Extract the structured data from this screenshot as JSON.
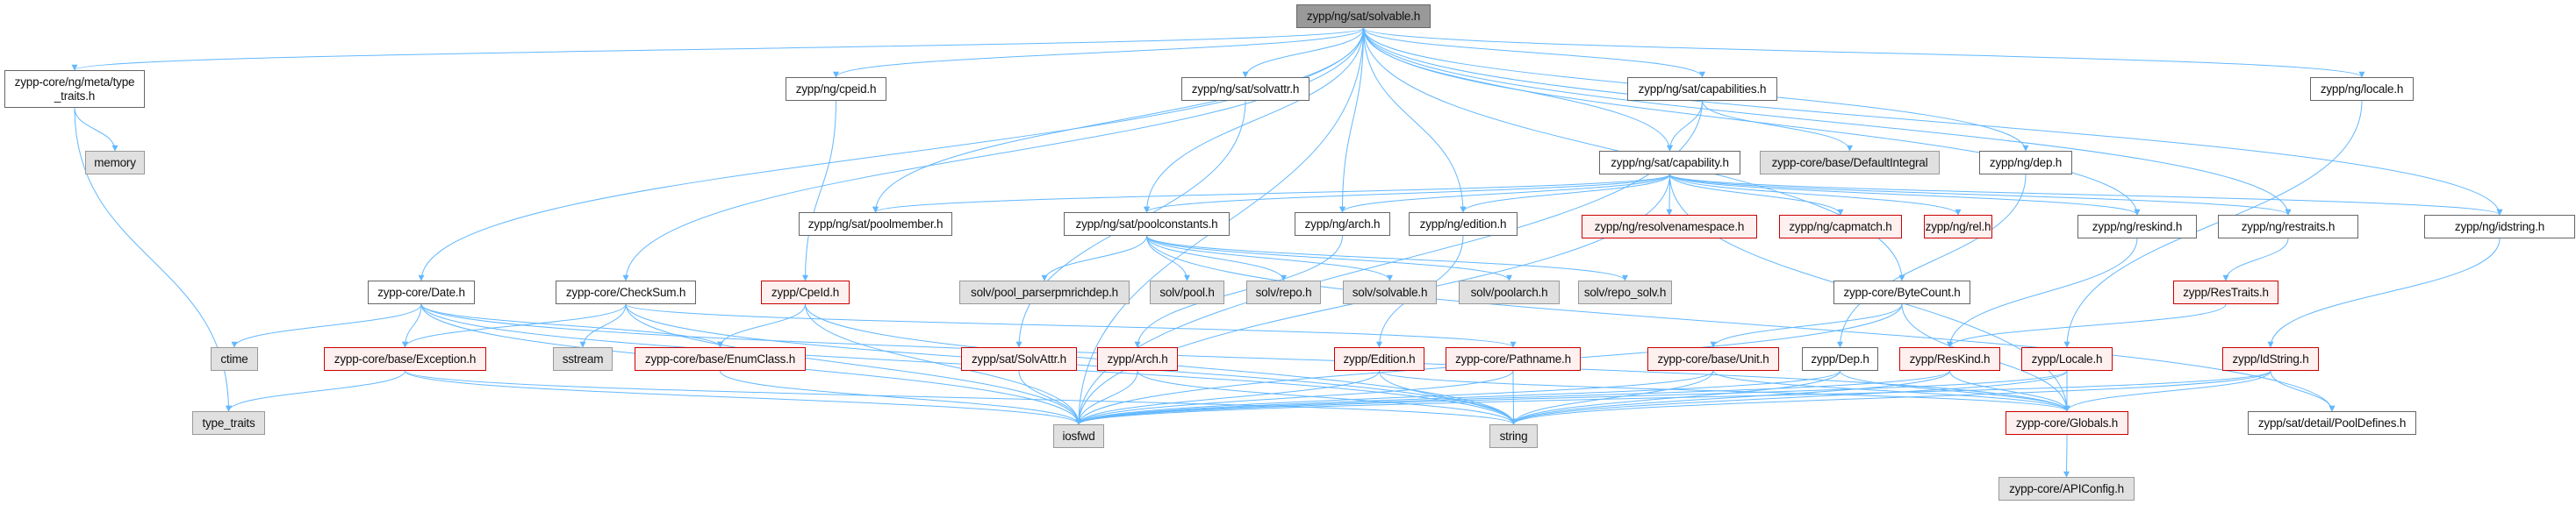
{
  "title": "zypp/ng/sat/solvable.h include dependency graph",
  "colors": {
    "edge": "#63b8ff",
    "root_fill": "#999999",
    "external_fill": "#e0e0e0",
    "truncated_border": "#cc0000",
    "truncated_fill": "#fff0f0"
  },
  "nodes": [
    {
      "id": "solvable",
      "label": "zypp/ng/sat/solvable.h",
      "kind": "root"
    },
    {
      "id": "type_traits_h",
      "label": "zypp-core/ng/meta/type\n_traits.h",
      "kind": "normal"
    },
    {
      "id": "memory",
      "label": "memory",
      "kind": "external"
    },
    {
      "id": "cpeid_ng",
      "label": "zypp/ng/cpeid.h",
      "kind": "normal"
    },
    {
      "id": "solvattr_ng",
      "label": "zypp/ng/sat/solvattr.h",
      "kind": "normal"
    },
    {
      "id": "capabilities",
      "label": "zypp/ng/sat/capabilities.h",
      "kind": "normal"
    },
    {
      "id": "locale_ng",
      "label": "zypp/ng/locale.h",
      "kind": "normal"
    },
    {
      "id": "capability",
      "label": "zypp/ng/sat/capability.h",
      "kind": "normal"
    },
    {
      "id": "defaultintegral",
      "label": "zypp-core/base/DefaultIntegral",
      "kind": "external"
    },
    {
      "id": "dep_ng",
      "label": "zypp/ng/dep.h",
      "kind": "normal"
    },
    {
      "id": "poolmember",
      "label": "zypp/ng/sat/poolmember.h",
      "kind": "normal"
    },
    {
      "id": "poolconstants",
      "label": "zypp/ng/sat/poolconstants.h",
      "kind": "normal"
    },
    {
      "id": "arch_ng",
      "label": "zypp/ng/arch.h",
      "kind": "normal"
    },
    {
      "id": "edition_ng",
      "label": "zypp/ng/edition.h",
      "kind": "normal"
    },
    {
      "id": "resolvenamespace",
      "label": "zypp/ng/resolvenamespace.h",
      "kind": "truncated"
    },
    {
      "id": "capmatch",
      "label": "zypp/ng/capmatch.h",
      "kind": "truncated"
    },
    {
      "id": "rel",
      "label": "zypp/ng/rel.h",
      "kind": "truncated"
    },
    {
      "id": "reskind_ng",
      "label": "zypp/ng/reskind.h",
      "kind": "normal"
    },
    {
      "id": "restraits_ng",
      "label": "zypp/ng/restraits.h",
      "kind": "normal"
    },
    {
      "id": "idstring_ng",
      "label": "zypp/ng/idstring.h",
      "kind": "normal"
    },
    {
      "id": "date",
      "label": "zypp-core/Date.h",
      "kind": "normal"
    },
    {
      "id": "checksum",
      "label": "zypp-core/CheckSum.h",
      "kind": "normal"
    },
    {
      "id": "cpeid",
      "label": "zypp/CpeId.h",
      "kind": "truncated"
    },
    {
      "id": "pool_parserpmrichdep",
      "label": "solv/pool_parserpmrichdep.h",
      "kind": "external"
    },
    {
      "id": "solv_pool",
      "label": "solv/pool.h",
      "kind": "external"
    },
    {
      "id": "solv_repo",
      "label": "solv/repo.h",
      "kind": "external"
    },
    {
      "id": "solv_solvable",
      "label": "solv/solvable.h",
      "kind": "external"
    },
    {
      "id": "solv_poolarch",
      "label": "solv/poolarch.h",
      "kind": "external"
    },
    {
      "id": "solv_repo_solv",
      "label": "solv/repo_solv.h",
      "kind": "external"
    },
    {
      "id": "bytecount",
      "label": "zypp-core/ByteCount.h",
      "kind": "normal"
    },
    {
      "id": "restraits",
      "label": "zypp/ResTraits.h",
      "kind": "truncated"
    },
    {
      "id": "ctime",
      "label": "ctime",
      "kind": "external"
    },
    {
      "id": "exception",
      "label": "zypp-core/base/Exception.h",
      "kind": "truncated"
    },
    {
      "id": "sstream",
      "label": "sstream",
      "kind": "external"
    },
    {
      "id": "enumclass",
      "label": "zypp-core/base/EnumClass.h",
      "kind": "truncated"
    },
    {
      "id": "solvattr",
      "label": "zypp/sat/SolvAttr.h",
      "kind": "truncated"
    },
    {
      "id": "arch",
      "label": "zypp/Arch.h",
      "kind": "truncated"
    },
    {
      "id": "edition",
      "label": "zypp/Edition.h",
      "kind": "truncated"
    },
    {
      "id": "pathname",
      "label": "zypp-core/Pathname.h",
      "kind": "truncated"
    },
    {
      "id": "unit",
      "label": "zypp-core/base/Unit.h",
      "kind": "truncated"
    },
    {
      "id": "dep",
      "label": "zypp/Dep.h",
      "kind": "normal"
    },
    {
      "id": "reskind",
      "label": "zypp/ResKind.h",
      "kind": "truncated"
    },
    {
      "id": "locale",
      "label": "zypp/Locale.h",
      "kind": "truncated"
    },
    {
      "id": "idstring",
      "label": "zypp/IdString.h",
      "kind": "truncated"
    },
    {
      "id": "type_traits",
      "label": "type_traits",
      "kind": "external"
    },
    {
      "id": "iosfwd",
      "label": "iosfwd",
      "kind": "external"
    },
    {
      "id": "string",
      "label": "string",
      "kind": "external"
    },
    {
      "id": "globals",
      "label": "zypp-core/Globals.h",
      "kind": "truncated"
    },
    {
      "id": "pooldefines",
      "label": "zypp/sat/detail/PoolDefines.h",
      "kind": "normal"
    },
    {
      "id": "apiconfig",
      "label": "zypp-core/APIConfig.h",
      "kind": "external"
    }
  ],
  "edges": [
    [
      "solvable",
      "type_traits_h"
    ],
    [
      "solvable",
      "cpeid_ng"
    ],
    [
      "solvable",
      "solvattr_ng"
    ],
    [
      "solvable",
      "capabilities"
    ],
    [
      "solvable",
      "locale_ng"
    ],
    [
      "solvable",
      "capability"
    ],
    [
      "solvable",
      "dep_ng"
    ],
    [
      "solvable",
      "poolmember"
    ],
    [
      "solvable",
      "poolconstants"
    ],
    [
      "solvable",
      "arch_ng"
    ],
    [
      "solvable",
      "edition_ng"
    ],
    [
      "solvable",
      "reskind_ng"
    ],
    [
      "solvable",
      "restraits_ng"
    ],
    [
      "solvable",
      "idstring_ng"
    ],
    [
      "solvable",
      "date"
    ],
    [
      "solvable",
      "checksum"
    ],
    [
      "solvable",
      "bytecount"
    ],
    [
      "solvable",
      "iosfwd"
    ],
    [
      "type_traits_h",
      "memory"
    ],
    [
      "type_traits_h",
      "type_traits"
    ],
    [
      "cpeid_ng",
      "cpeid"
    ],
    [
      "solvattr_ng",
      "solvattr"
    ],
    [
      "capabilities",
      "capability"
    ],
    [
      "capabilities",
      "defaultintegral"
    ],
    [
      "capabilities",
      "iosfwd"
    ],
    [
      "locale_ng",
      "locale"
    ],
    [
      "capability",
      "poolmember"
    ],
    [
      "capability",
      "poolconstants"
    ],
    [
      "capability",
      "arch_ng"
    ],
    [
      "capability",
      "edition_ng"
    ],
    [
      "capability",
      "resolvenamespace"
    ],
    [
      "capability",
      "capmatch"
    ],
    [
      "capability",
      "rel"
    ],
    [
      "capability",
      "reskind_ng"
    ],
    [
      "capability",
      "restraits_ng"
    ],
    [
      "capability",
      "idstring_ng"
    ],
    [
      "capability",
      "iosfwd"
    ],
    [
      "capability",
      "globals"
    ],
    [
      "dep_ng",
      "dep"
    ],
    [
      "poolconstants",
      "pool_parserpmrichdep"
    ],
    [
      "poolconstants",
      "solv_pool"
    ],
    [
      "poolconstants",
      "solv_repo"
    ],
    [
      "poolconstants",
      "solv_solvable"
    ],
    [
      "poolconstants",
      "solv_poolarch"
    ],
    [
      "poolconstants",
      "solv_repo_solv"
    ],
    [
      "poolconstants",
      "pooldefines"
    ],
    [
      "arch_ng",
      "arch"
    ],
    [
      "edition_ng",
      "edition"
    ],
    [
      "reskind_ng",
      "reskind"
    ],
    [
      "restraits_ng",
      "restraits"
    ],
    [
      "idstring_ng",
      "idstring"
    ],
    [
      "date",
      "ctime"
    ],
    [
      "date",
      "exception"
    ],
    [
      "date",
      "enumclass"
    ],
    [
      "date",
      "iosfwd"
    ],
    [
      "date",
      "string"
    ],
    [
      "date",
      "globals"
    ],
    [
      "checksum",
      "exception"
    ],
    [
      "checksum",
      "sstream"
    ],
    [
      "checksum",
      "iosfwd"
    ],
    [
      "checksum",
      "string"
    ],
    [
      "checksum",
      "pathname"
    ],
    [
      "cpeid",
      "enumclass"
    ],
    [
      "cpeid",
      "iosfwd"
    ],
    [
      "cpeid",
      "string"
    ],
    [
      "bytecount",
      "unit"
    ],
    [
      "bytecount",
      "iosfwd"
    ],
    [
      "bytecount",
      "globals"
    ],
    [
      "restraits",
      "reskind"
    ],
    [
      "exception",
      "type_traits"
    ],
    [
      "exception",
      "iosfwd"
    ],
    [
      "exception",
      "string"
    ],
    [
      "enumclass",
      "iosfwd"
    ],
    [
      "solvattr",
      "iosfwd"
    ],
    [
      "arch",
      "iosfwd"
    ],
    [
      "arch",
      "string"
    ],
    [
      "edition",
      "iosfwd"
    ],
    [
      "edition",
      "string"
    ],
    [
      "edition",
      "globals"
    ],
    [
      "pathname",
      "iosfwd"
    ],
    [
      "pathname",
      "string"
    ],
    [
      "unit",
      "iosfwd"
    ],
    [
      "unit",
      "string"
    ],
    [
      "unit",
      "globals"
    ],
    [
      "dep",
      "iosfwd"
    ],
    [
      "dep",
      "string"
    ],
    [
      "dep",
      "globals"
    ],
    [
      "reskind",
      "iosfwd"
    ],
    [
      "reskind",
      "string"
    ],
    [
      "reskind",
      "globals"
    ],
    [
      "locale",
      "iosfwd"
    ],
    [
      "locale",
      "string"
    ],
    [
      "locale",
      "globals"
    ],
    [
      "idstring",
      "iosfwd"
    ],
    [
      "idstring",
      "string"
    ],
    [
      "idstring",
      "globals"
    ],
    [
      "idstring",
      "pooldefines"
    ],
    [
      "globals",
      "apiconfig"
    ]
  ]
}
